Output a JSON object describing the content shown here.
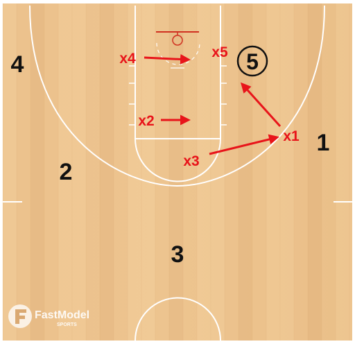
{
  "court": {
    "colors": {
      "wood_light": "#f1ca98",
      "wood_mid": "#e8bb84",
      "wood_dark": "#d9a770",
      "lines": "#ffffff",
      "rim": "#d03020",
      "offense": "#111111",
      "defense": "#e8141a",
      "border": "#ffffff"
    }
  },
  "offense": {
    "p1": "1",
    "p2": "2",
    "p3": "3",
    "p4": "4",
    "p5": "5"
  },
  "defense": {
    "x1": "x1",
    "x2": "x2",
    "x3": "x3",
    "x4": "x4",
    "x5": "x5"
  },
  "logo": {
    "brand": "FastModel",
    "sub": "SPORTS",
    "icon": "fastmodel-f-icon"
  }
}
